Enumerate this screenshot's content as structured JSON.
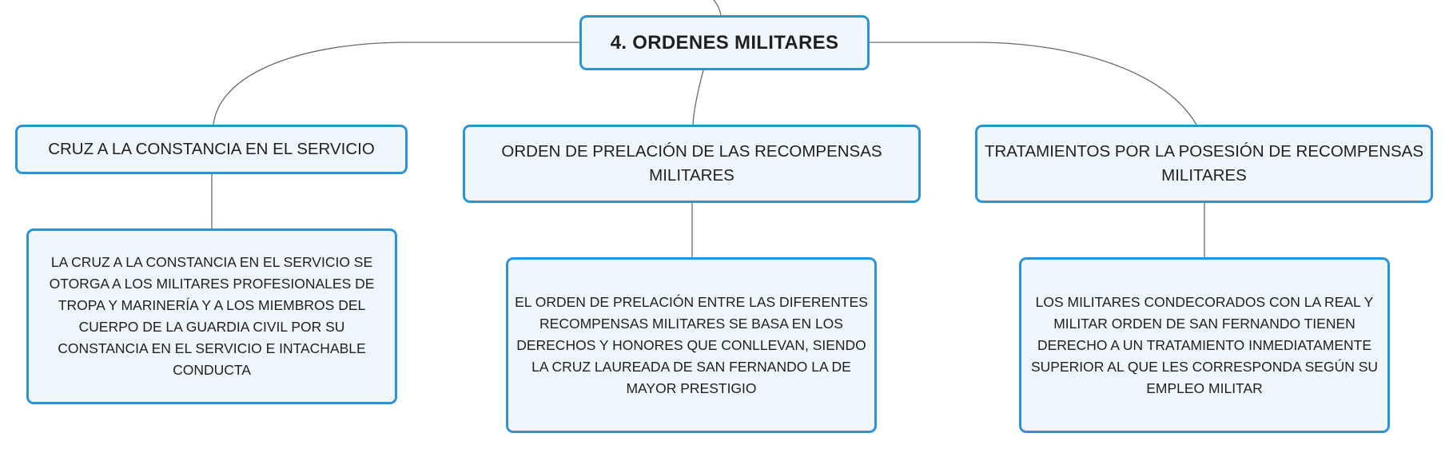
{
  "root": {
    "label": "4. ORDENES MILITARES"
  },
  "branches": [
    {
      "label": "CRUZ A LA CONSTANCIA EN EL SERVICIO",
      "detail": "LA CRUZ A LA CONSTANCIA EN EL SERVICIO SE OTORGA A LOS MILITARES PROFESIONALES DE TROPA Y MARINERÍA Y A LOS MIEMBROS DEL CUERPO DE LA GUARDIA CIVIL POR SU CONSTANCIA EN EL SERVICIO E INTACHABLE CONDUCTA"
    },
    {
      "label": "ORDEN DE PRELACIÓN DE LAS RECOMPENSAS MILITARES",
      "detail": "EL ORDEN DE PRELACIÓN ENTRE LAS DIFERENTES RECOMPENSAS MILITARES SE BASA EN LOS DERECHOS Y HONORES QUE CONLLEVAN, SIENDO LA CRUZ LAUREADA DE SAN FERNANDO LA DE MAYOR PRESTIGIO"
    },
    {
      "label": "TRATAMIENTOS POR LA POSESIÓN DE RECOMPENSAS MILITARES",
      "detail": "LOS MILITARES CONDECORADOS CON LA REAL Y MILITAR ORDEN DE SAN FERNANDO TIENEN DERECHO A UN TRATAMIENTO INMEDIATAMENTE SUPERIOR AL QUE LES CORRESPONDA SEGÚN SU EMPLEO MILITAR"
    }
  ],
  "colors": {
    "node_border": "#2b93d9",
    "node_fill": "#eff7fd",
    "connector": "#6a6a6a",
    "text": "#1f1f1f"
  }
}
